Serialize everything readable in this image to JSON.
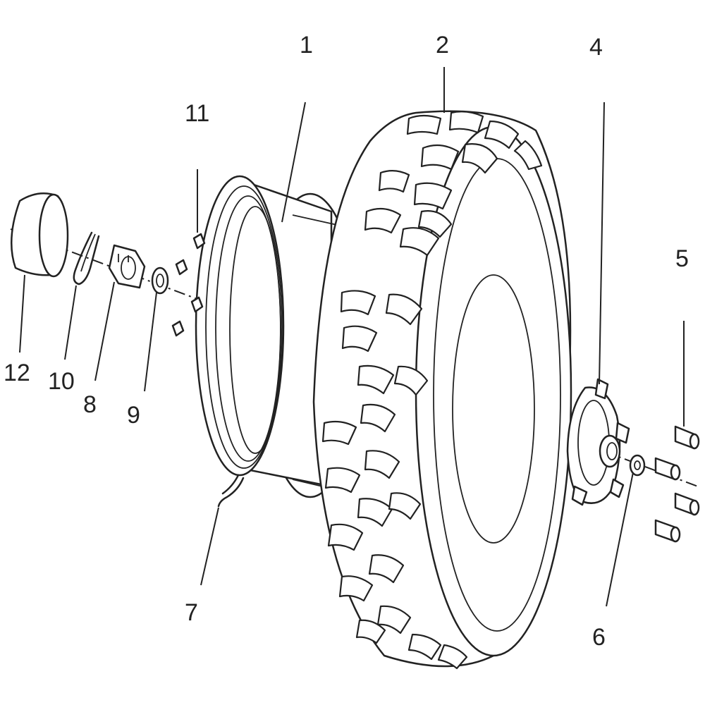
{
  "diagram": {
    "part_labels": {
      "p1": "1",
      "p2": "2",
      "p4": "4",
      "p5": "5",
      "p6": "6",
      "p7": "7",
      "p8": "8",
      "p9": "9",
      "p10": "10",
      "p11": "11",
      "p12": "12"
    }
  }
}
